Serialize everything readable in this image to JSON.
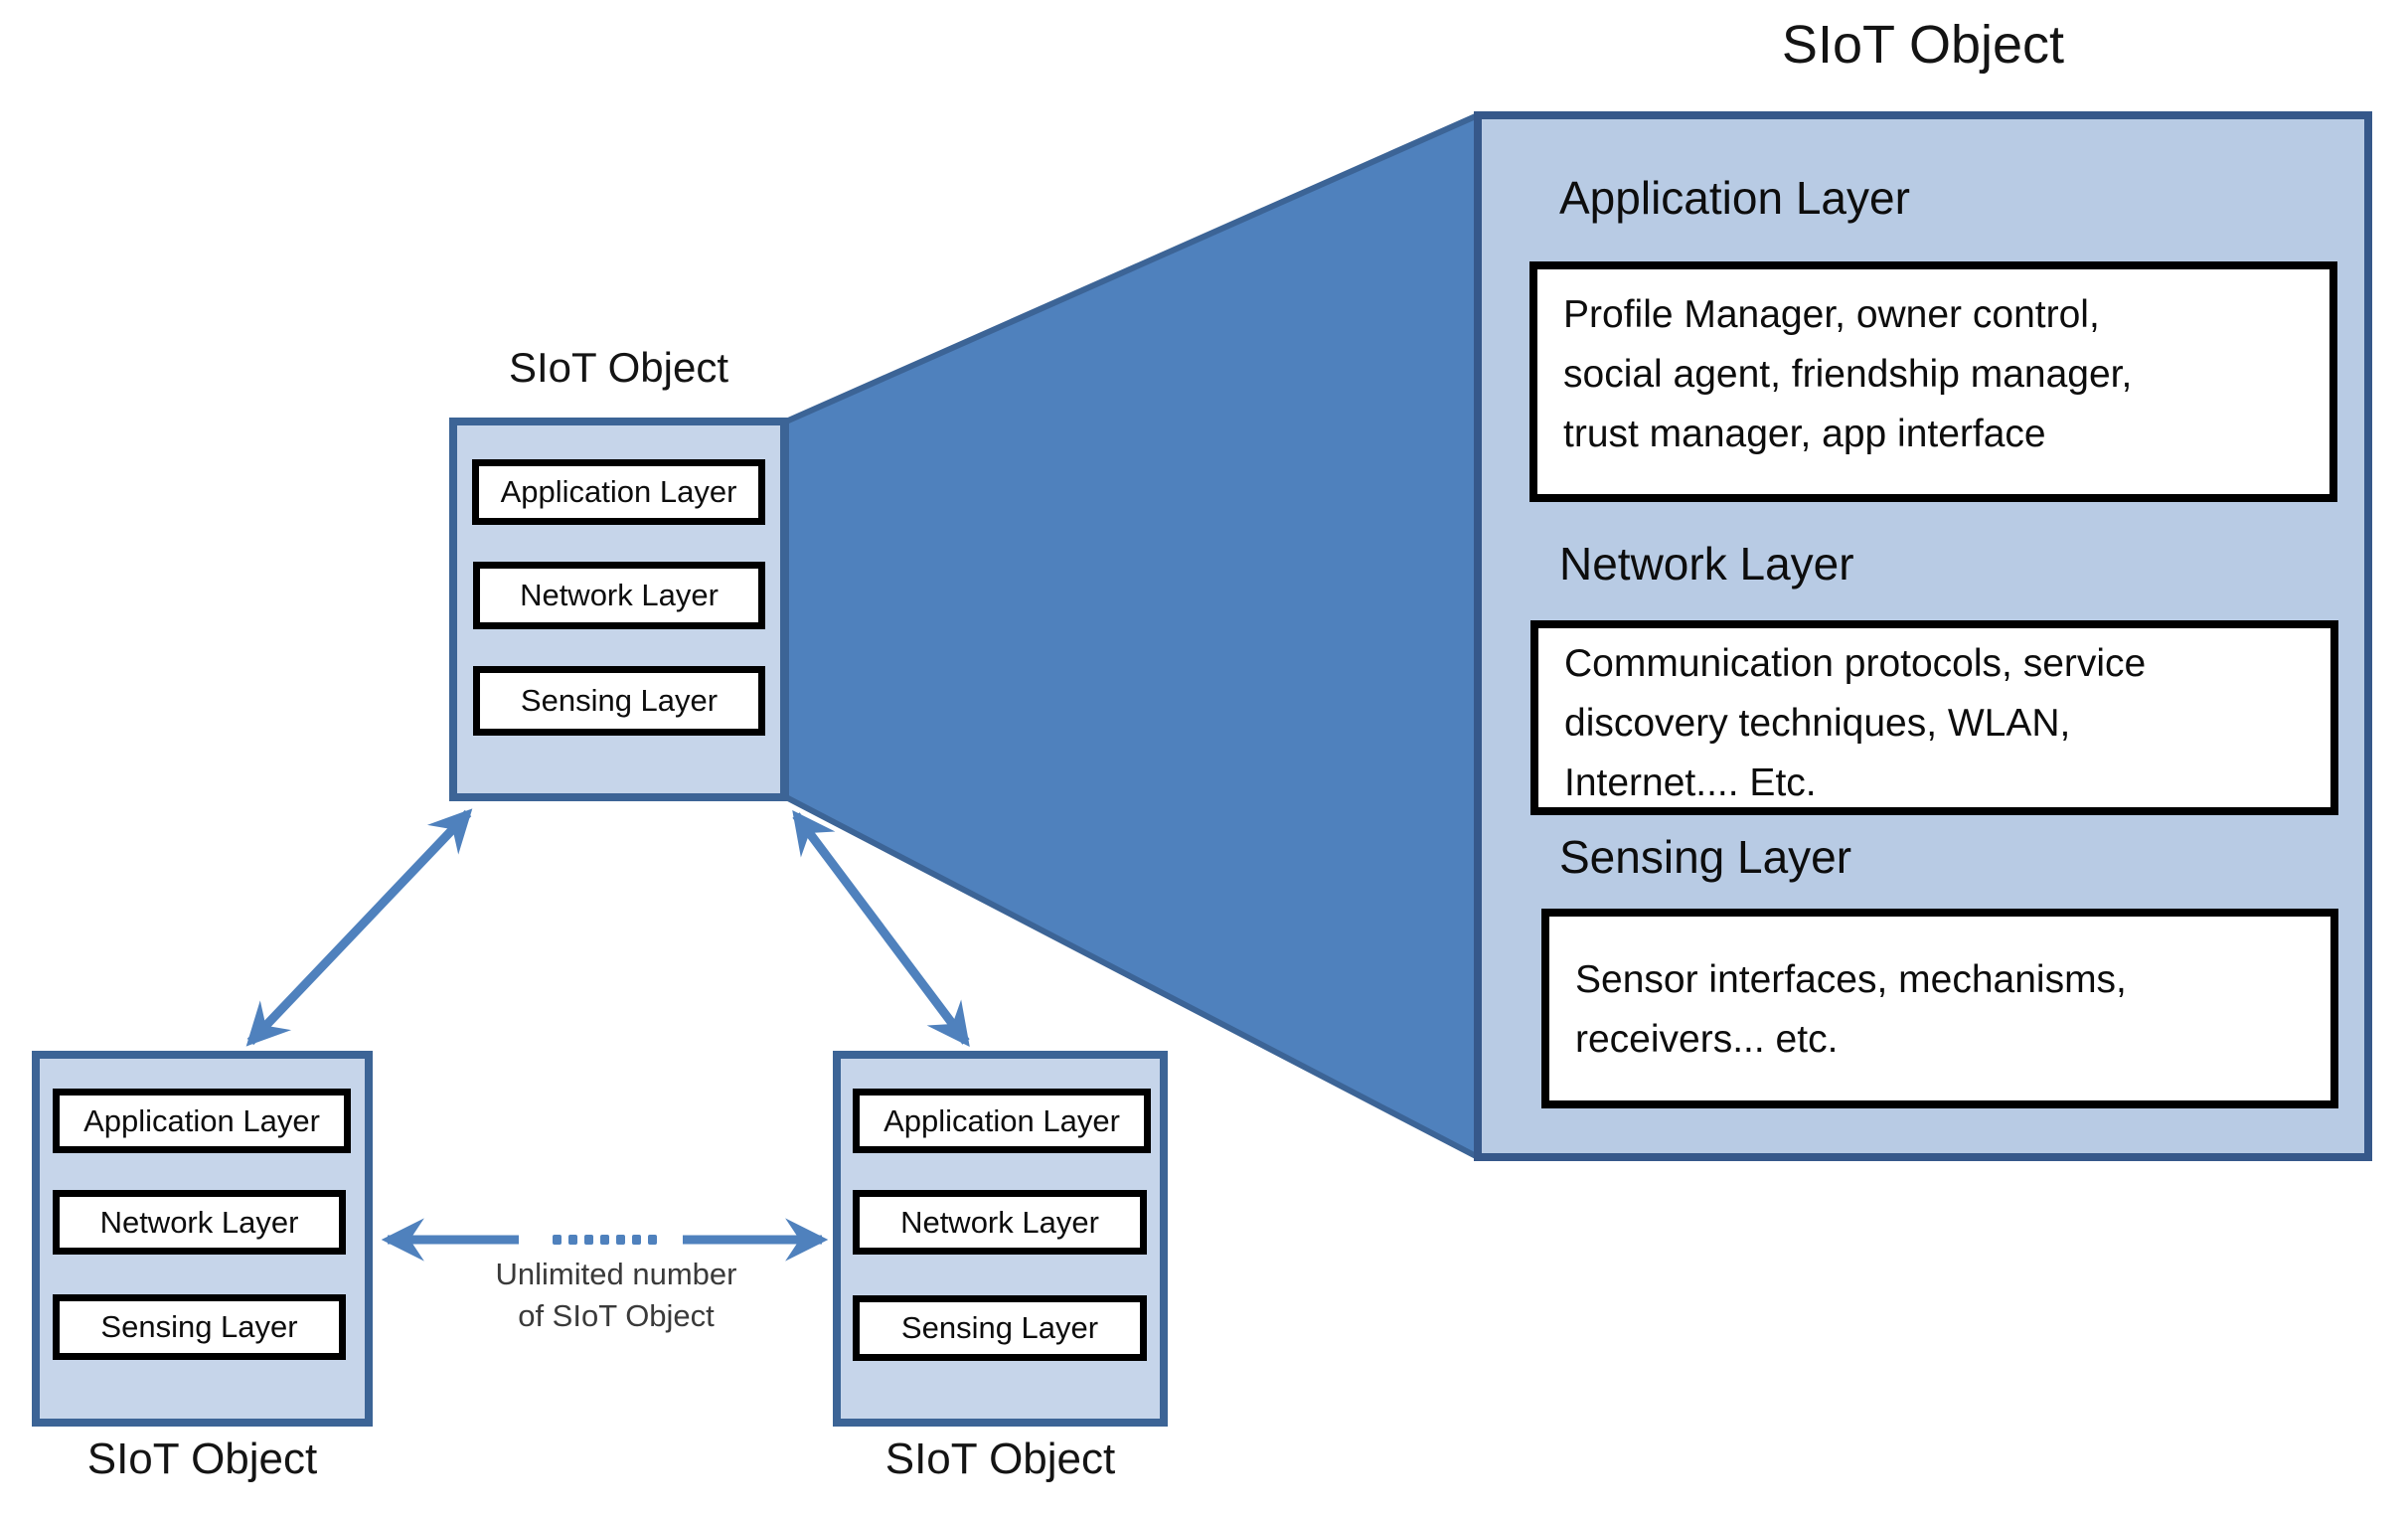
{
  "colors": {
    "accent": "#4f81bd",
    "funnel_stroke": "#3c6496",
    "small_box_fill": "#c6d5ea",
    "panel_fill": "#b8cbe4",
    "panel_border": "#36588a",
    "black_border": "#000000",
    "note_text": "#3a3a3a"
  },
  "objects": {
    "top": {
      "title": "SIoT Object",
      "layers": [
        "Application Layer",
        "Network Layer",
        "Sensing Layer"
      ]
    },
    "bottom_left": {
      "title": "SIoT Object",
      "layers": [
        "Application Layer",
        "Network Layer",
        "Sensing Layer"
      ]
    },
    "bottom_right": {
      "title": "SIoT Object",
      "layers": [
        "Application Layer",
        "Network Layer",
        "Sensing Layer"
      ]
    }
  },
  "detail": {
    "title": "SIoT Object",
    "sections": [
      {
        "heading": "Application Layer",
        "lines": [
          "Profile Manager, owner control,",
          "social agent, friendship manager,",
          "trust manager, app interface"
        ]
      },
      {
        "heading": "Network Layer",
        "lines": [
          "Communication protocols, service",
          "discovery techniques, WLAN,",
          "Internet.... Etc."
        ]
      },
      {
        "heading": "Sensing Layer",
        "lines": [
          "Sensor interfaces, mechanisms,",
          "receivers... etc."
        ]
      }
    ]
  },
  "note": {
    "line1": "Unlimited number",
    "line2": "of SIoT Object"
  }
}
